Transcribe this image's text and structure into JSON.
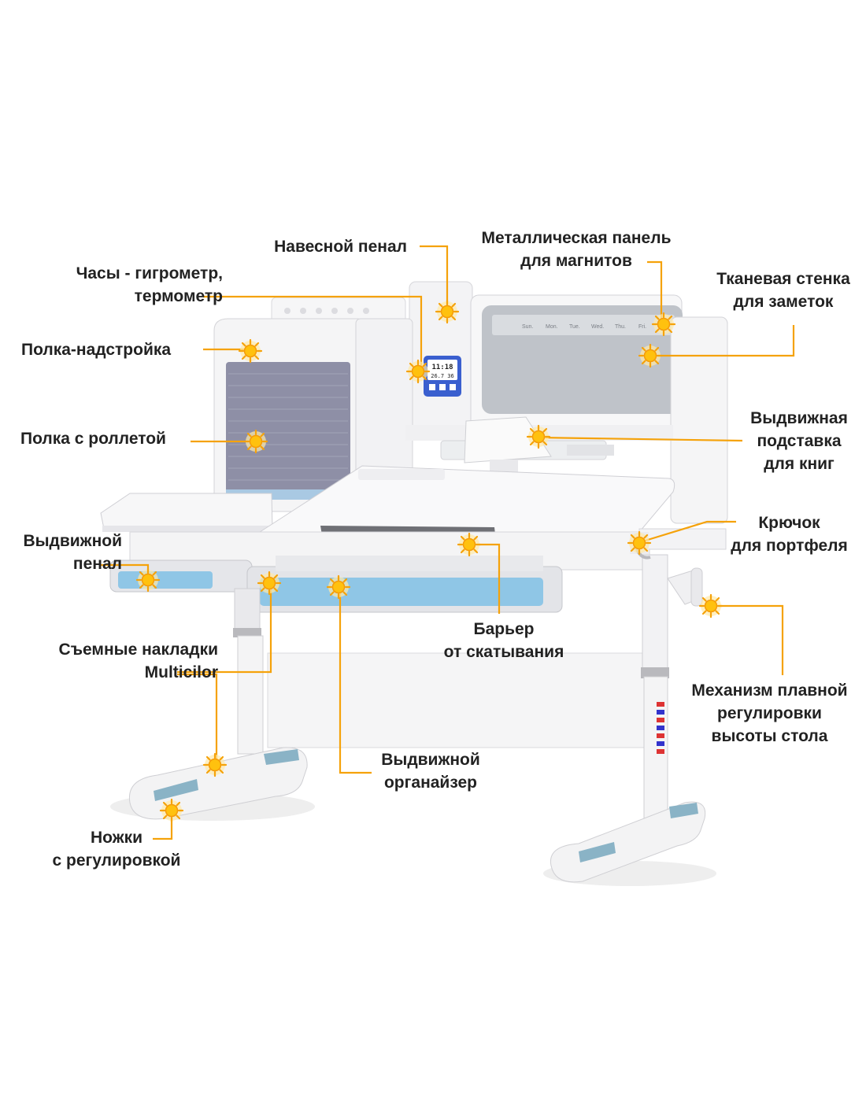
{
  "colors": {
    "accent": "#f5a20a",
    "marker_fill": "#ffc10e",
    "desk_white": "#f4f4f5",
    "rail_blue": "#8fc6e6",
    "roller_gray": "#8e8fa6",
    "felt_gray": "#bfc3c9",
    "foot_blue": "#8ab3c6",
    "label_text": "#222222"
  },
  "icons": {
    "marker": "sun-burst-marker",
    "clock": "digital-clock-display"
  },
  "clock_display": {
    "time": "11:18",
    "readings": "26.7  36"
  },
  "calendar_days": [
    "Sun.",
    "Mon.",
    "Tue.",
    "Wed.",
    "Thu.",
    "Fri."
  ],
  "labels": {
    "pencil_case": [
      "Навесной пенал"
    ],
    "magnet_panel": [
      "Металлическая панель",
      "для магнитов"
    ],
    "clock_hygrometer": [
      "Часы - гигрометр,",
      "термометр"
    ],
    "fabric_wall": [
      "Тканевая стенка",
      "для заметок"
    ],
    "shelf": [
      "Полка-надстройка"
    ],
    "roller_shelf": [
      "Полка с роллетой"
    ],
    "book_stand": [
      "Выдвижная",
      "подставка",
      "для книг"
    ],
    "bag_hook": [
      "Крючок",
      "для портфеля"
    ],
    "drawer_pencil": [
      "Выдвижной",
      "пенал"
    ],
    "anti_roll_barrier": [
      "Барьер",
      "от скатывания"
    ],
    "removable_pads": [
      "Съемные накладки",
      "Multicilor"
    ],
    "height_mechanism": [
      "Механизм плавной",
      "регулировки",
      "высоты стола"
    ],
    "organizer": [
      "Выдвижной",
      "органайзер"
    ],
    "legs": [
      "Ножки",
      "с регулировкой"
    ]
  }
}
